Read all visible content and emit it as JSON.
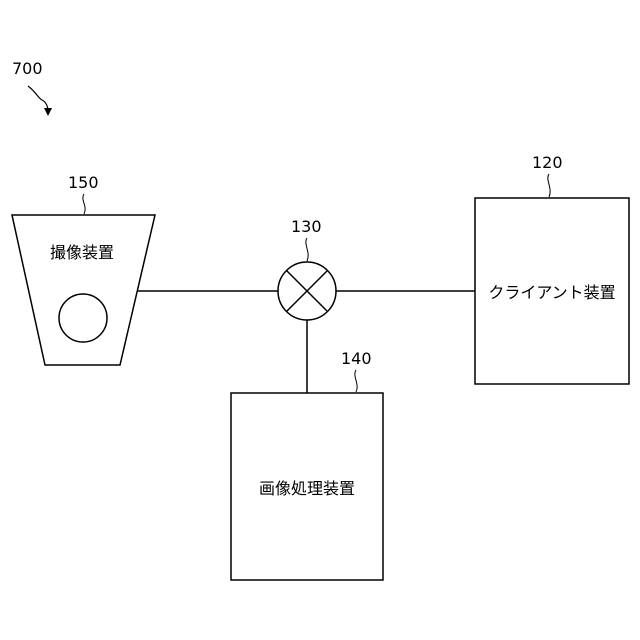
{
  "figure": {
    "number": "700"
  },
  "camera": {
    "ref": "150",
    "label": "撮像装置"
  },
  "network": {
    "ref": "130"
  },
  "client": {
    "ref": "120",
    "label": "クライアント装置"
  },
  "processor": {
    "ref": "140",
    "label": "画像処理装置"
  }
}
